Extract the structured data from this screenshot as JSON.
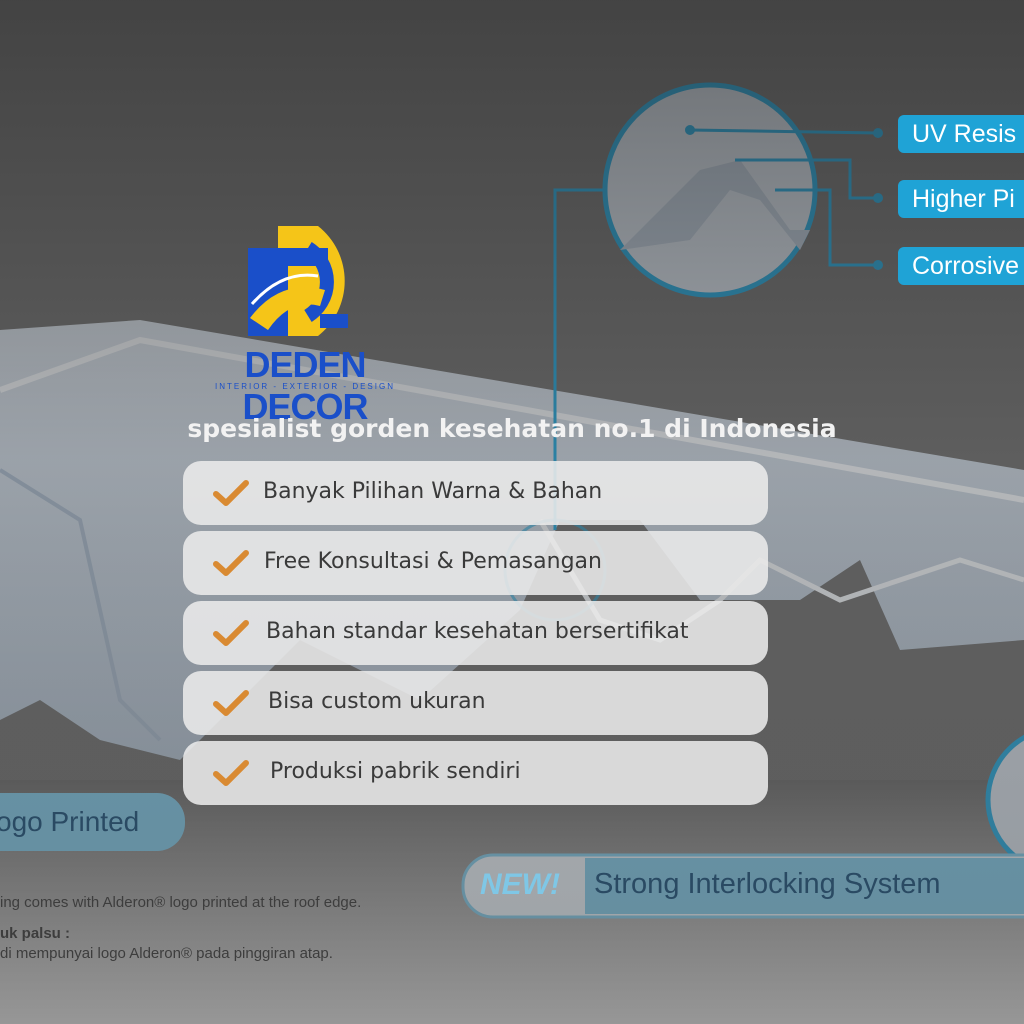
{
  "callouts": [
    {
      "label": "UV Resis"
    },
    {
      "label": "Higher Pi"
    },
    {
      "label": "Corrosive"
    }
  ],
  "bottom": {
    "logo_printed_label": "ogo Printed",
    "new_label": "NEW!",
    "interlocking_label": "Strong Interlocking System",
    "note_line1": "ing comes with Alderon® logo printed at the roof edge.",
    "note_line2": "uk palsu :",
    "note_line3": "di mempunyai logo Alderon® pada pinggiran atap."
  },
  "brand": {
    "name": "DEDEN DECOR",
    "subtitle": "INTERIOR - EXTERIOR - DESIGN",
    "tagline": "spesialist gorden kesehatan no.1 di Indonesia"
  },
  "features": [
    {
      "label": "Banyak Pilihan Warna & Bahan"
    },
    {
      "label": "Free Konsultasi & Pemasangan"
    },
    {
      "label": "Bahan standar kesehatan bersertifikat"
    },
    {
      "label": "Bisa custom ukuran"
    },
    {
      "label": "Produksi pabrik sendiri"
    }
  ],
  "colors": {
    "callout_blue": "#1fa3d6",
    "brand_blue": "#1a4fc9",
    "brand_yellow": "#f5c518",
    "check_orange": "#d98a32"
  }
}
